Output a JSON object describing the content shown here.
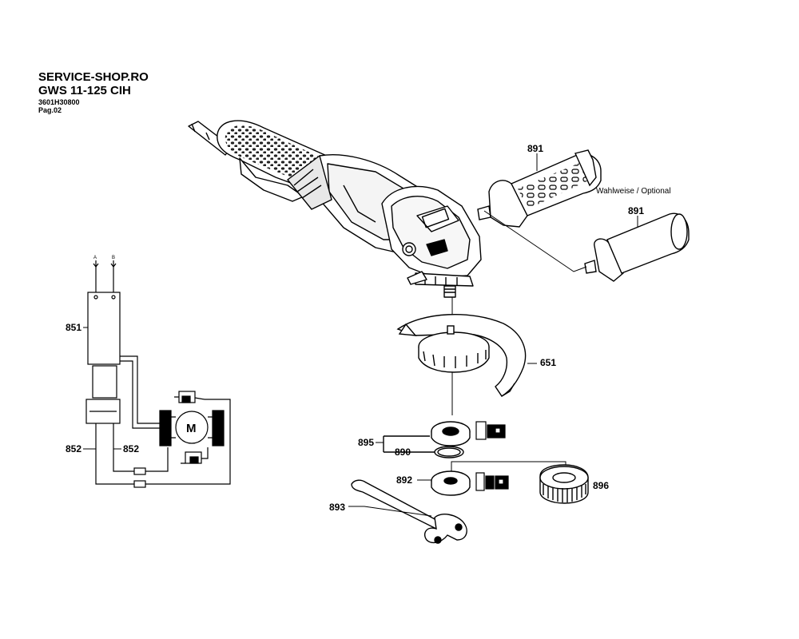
{
  "header": {
    "site": "SERVICE-SHOP.RO",
    "model": "GWS 11-125 CIH",
    "part_number": "3601H30800",
    "page": "Pag.02"
  },
  "note": "Wahlweise / Optional",
  "labels": {
    "p891a": "891",
    "p891b": "891",
    "p651": "651",
    "p851": "851",
    "p852a": "852",
    "p852b": "852",
    "p895": "895",
    "p890": "890",
    "p892": "892",
    "p896": "896",
    "p893": "893",
    "term_a": "A",
    "term_b": "B",
    "motor": "M"
  }
}
